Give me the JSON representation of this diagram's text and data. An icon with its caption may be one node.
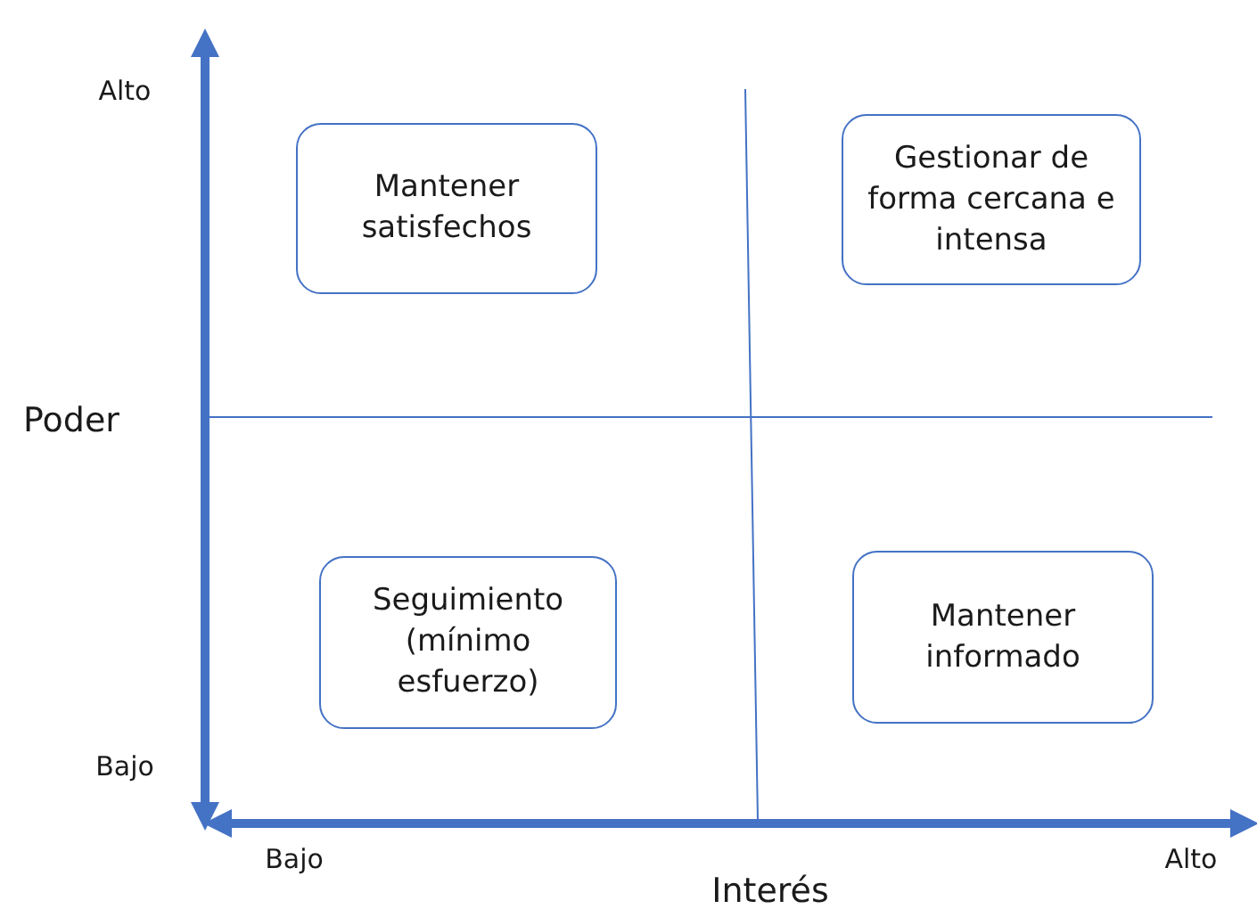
{
  "diagram": {
    "nodes": [
      {
        "text": [
          "Mantener satisfechos"
        ]
      },
      {
        "text": [
          "Gestionar de forma cercana e intensa"
        ]
      },
      {
        "text": [
          "Seguimiento (mínimo esfuerzo)"
        ]
      },
      {
        "text": [
          "Mantener informado"
        ]
      }
    ],
    "labels": [
      "Alto",
      "Poder",
      "Bajo",
      "Bajo",
      "Alto",
      "Interés"
    ]
  }
}
